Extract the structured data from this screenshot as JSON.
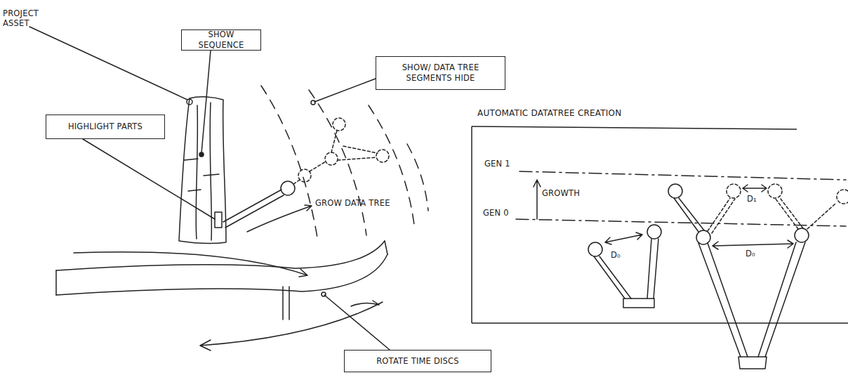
{
  "diagram": {
    "nodes": [
      {
        "text": [
          "SHOW SEQUENCE"
        ]
      },
      {
        "text": [
          "SHOW/ DATA TREE SEGMENTS HIDE"
        ]
      },
      {
        "text": [
          "AUTOMATIC DATATREE CREATION"
        ]
      },
      {
        "text": [
          "HIGHLIGHT PARTS"
        ]
      },
      {
        "text": [
          "ROTATE TIME DISCS"
        ]
      }
    ],
    "labels": [
      "PROJECT ASSET",
      "GEN 1",
      "D₁",
      "GROWTH",
      "GROW DATA TREE",
      "GEN 0",
      "D₀",
      "D₀"
    ]
  }
}
